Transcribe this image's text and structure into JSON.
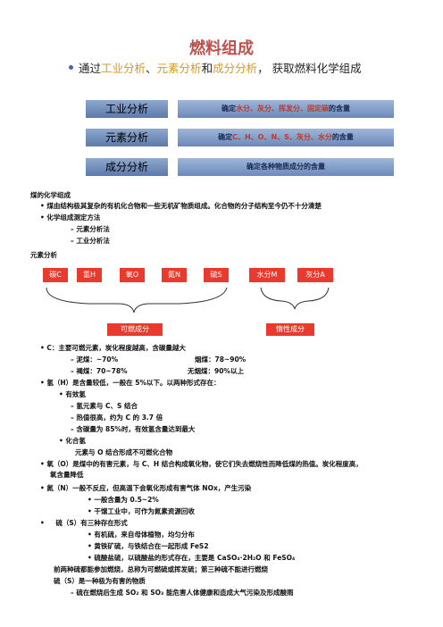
{
  "slide": {
    "title": "燃料组成",
    "intro_a": "通过",
    "intro_b": "工业分析",
    "intro_c": "、",
    "intro_d": "元素分析",
    "intro_e": "和",
    "intro_f": "成分分析",
    "intro_g": "， 获取燃料化学组成",
    "rows": [
      {
        "label": "工业分析",
        "pre": "确定",
        "red": "水分、灰分、挥发分、固定碳",
        "post": "的含量"
      },
      {
        "label": "元素分析",
        "pre": "确定",
        "red": "C、H、O、N、S、灰分、水分",
        "post": "的含量"
      },
      {
        "label": "成分分析",
        "pre": "确定各种物质成分的含量",
        "red": "",
        "post": ""
      }
    ]
  },
  "notes": {
    "heading": "煤的化学组成",
    "b1": "煤由结构极其复杂的有机化合物和一些无机矿物质组成。化合物的分子结构至今仍不十分清楚",
    "b2": "化学组成测定方法",
    "b2a": "元素分析法",
    "b2b": "工业分析法",
    "heading2": "元素分析",
    "chips": [
      "碳C",
      "氢H",
      "氧O",
      "氮N",
      "硫S",
      "水分M",
      "灰分A"
    ],
    "group1": "可燃成分",
    "group2": "惰性成分",
    "c_line": "C：主要可燃元素，炭化程度越高，含碳量越大",
    "c_a": "泥煤：~70%",
    "c_a2": "烟煤：78~90%",
    "c_b": "褐煤：70~78%",
    "c_b2": "无烟煤：90%以上",
    "h_line": "氢（H）是含量较低，一般在 5%以下。以两种形式存在：",
    "h_a": "有效氢",
    "h_a1": "氢元素与 C、S 结合",
    "h_a2": "热值很高，约为 C 的 3.7 倍",
    "h_a3": "含碳量为 85%时，有效氢含量达到最大",
    "h_b": "化合氢",
    "h_b1": "元素与 O 结合形成不可燃化合物",
    "o_line1": "氧（O）是煤中的有害元素，与 C、H 结合构成氧化物，使它们失去燃烧性而降低煤的热值。炭化程度高，",
    "o_line2": "氧含量降低",
    "n_line": "氮（N）一般不反应，但高温下会氧化形成有害气体 NOx，产生污染",
    "n_a": "一般含量为 0.5~2%",
    "n_b": "干馏工业中，可作为氮素资源回收",
    "s_line": "硫（S）有三种存在形式",
    "s_a": "有机硫，来自母体植物，均匀分布",
    "s_b": "黄铁矿硫，与铁结合在一起形成 FeS2",
    "s_c": "硫酸盐硫，以硫酸盐的形式存在，主要是 CaSO₄·2H₂O 和 FeSO₄",
    "s_d": "前两种硫都能参加燃烧，总称为可燃硫或挥发硫；第三种硫不能进行燃烧",
    "s_e": "硫（S）是一种极为有害的物质",
    "s_f": "硫在燃烧后生成 SO₂ 和 SO₃ 能危害人体健康和造成大气污染及形成酸雨"
  },
  "colors": {
    "title": "#c0504d",
    "highlight": "#d69a1b",
    "chip": "#ea3a2e",
    "box": "#6b89b9"
  }
}
